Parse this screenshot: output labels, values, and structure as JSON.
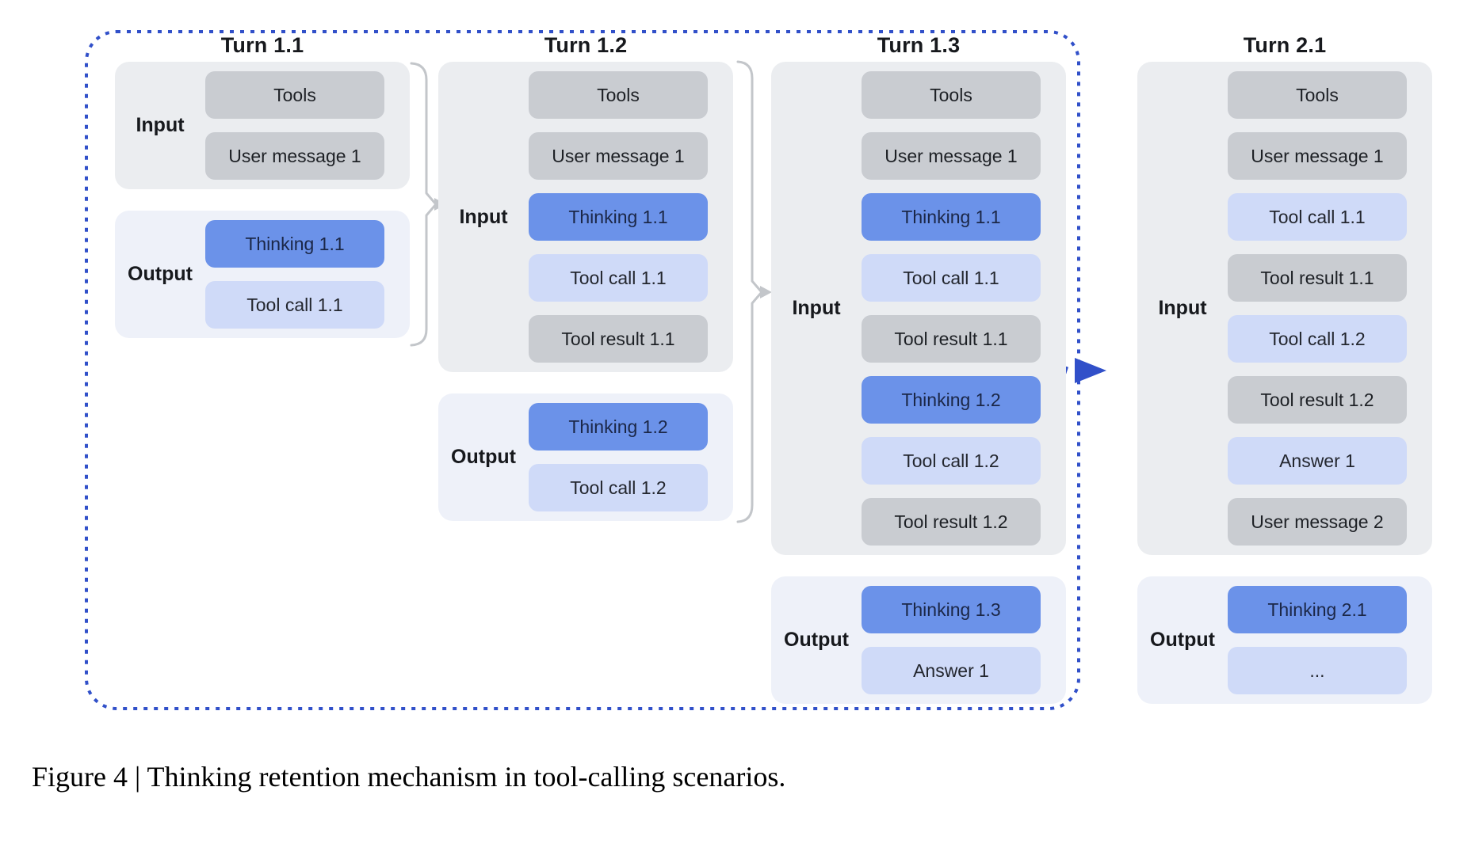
{
  "caption": "Figure 4 | Thinking retention mechanism in tool-calling scenarios.",
  "section_labels": {
    "input": "Input",
    "output": "Output"
  },
  "colors": {
    "context_box": "#c9ccd1",
    "thinking_box": "#6b92e9",
    "action_box": "#cfdaf8",
    "input_section_bg": "#ebedf0",
    "output_section_bg": "#eef1f9",
    "retention_border_blue": "#3150c9",
    "connector_gray": "#c3c6ca"
  },
  "turns": [
    {
      "title": "Turn 1.1",
      "input": [
        {
          "label": "Tools",
          "type": "context"
        },
        {
          "label": "User message 1",
          "type": "context"
        }
      ],
      "output": [
        {
          "label": "Thinking 1.1",
          "type": "thinking"
        },
        {
          "label": "Tool call 1.1",
          "type": "action"
        }
      ]
    },
    {
      "title": "Turn 1.2",
      "input": [
        {
          "label": "Tools",
          "type": "context"
        },
        {
          "label": "User message 1",
          "type": "context"
        },
        {
          "label": "Thinking 1.1",
          "type": "thinking"
        },
        {
          "label": "Tool call 1.1",
          "type": "action"
        },
        {
          "label": "Tool result 1.1",
          "type": "context"
        }
      ],
      "output": [
        {
          "label": "Thinking 1.2",
          "type": "thinking"
        },
        {
          "label": "Tool call 1.2",
          "type": "action"
        }
      ]
    },
    {
      "title": "Turn 1.3",
      "input": [
        {
          "label": "Tools",
          "type": "context"
        },
        {
          "label": "User message 1",
          "type": "context"
        },
        {
          "label": "Thinking 1.1",
          "type": "thinking"
        },
        {
          "label": "Tool call 1.1",
          "type": "action"
        },
        {
          "label": "Tool result 1.1",
          "type": "context"
        },
        {
          "label": "Thinking 1.2",
          "type": "thinking"
        },
        {
          "label": "Tool call 1.2",
          "type": "action"
        },
        {
          "label": "Tool result 1.2",
          "type": "context"
        }
      ],
      "output": [
        {
          "label": "Thinking 1.3",
          "type": "thinking"
        },
        {
          "label": "Answer 1",
          "type": "action"
        }
      ]
    },
    {
      "title": "Turn 2.1",
      "input": [
        {
          "label": "Tools",
          "type": "context"
        },
        {
          "label": "User message 1",
          "type": "context"
        },
        {
          "label": "Tool call 1.1",
          "type": "action"
        },
        {
          "label": "Tool result 1.1",
          "type": "context"
        },
        {
          "label": "Tool call 1.2",
          "type": "action"
        },
        {
          "label": "Tool result 1.2",
          "type": "context"
        },
        {
          "label": "Answer 1",
          "type": "action"
        },
        {
          "label": "User message 2",
          "type": "context"
        }
      ],
      "output": [
        {
          "label": "Thinking 2.1",
          "type": "thinking"
        },
        {
          "label": "...",
          "type": "action"
        }
      ]
    }
  ]
}
